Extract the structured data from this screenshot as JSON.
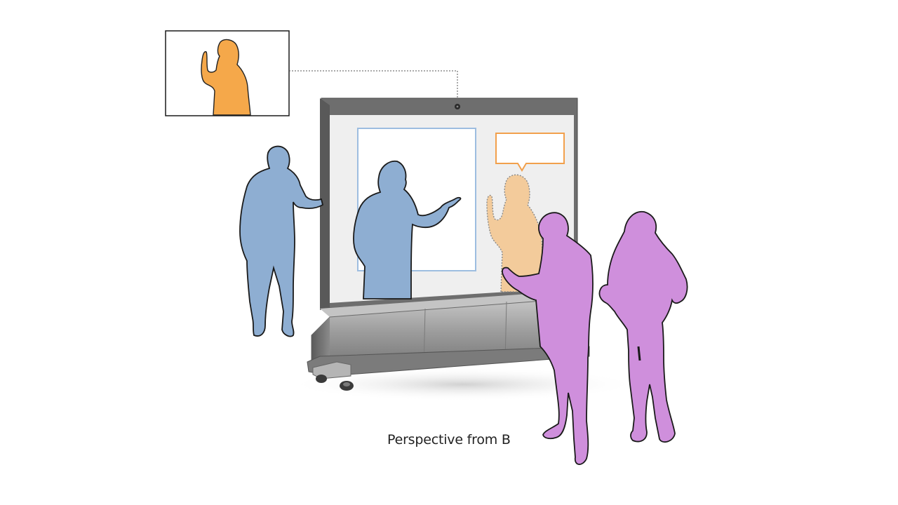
{
  "caption": "Perspective from B",
  "colors": {
    "background": "#ffffff",
    "remote_person": "#f5a84a",
    "remote_person_ghost": "#f3cb9b",
    "local_presenter": "#8eaed2",
    "local_viewers": "#cf8fdc",
    "screen_surface": "#efefef",
    "display_frame": "#6e6e6e",
    "base_unit": "#a8a8a8",
    "window_blue": "#9dbde0",
    "callout_orange": "#f2a04c"
  },
  "icons": {
    "camera": "camera-icon",
    "remote_video": "video-feed-thumbnail",
    "speech_bubble": "speech-bubble-callout"
  }
}
